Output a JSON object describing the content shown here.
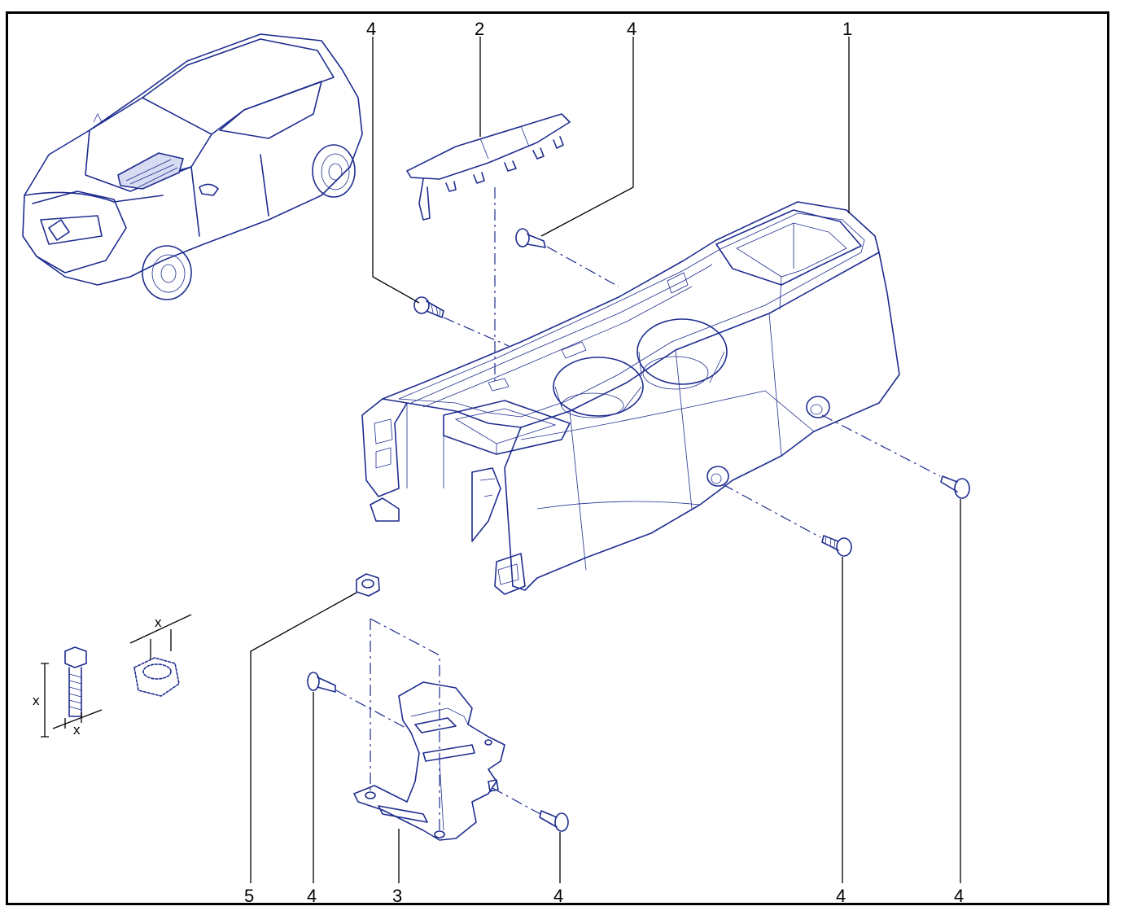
{
  "diagram": {
    "callouts": [
      {
        "id": "cl-4a",
        "text": "4"
      },
      {
        "id": "cl-2",
        "text": "2"
      },
      {
        "id": "cl-4b",
        "text": "4"
      },
      {
        "id": "cl-1",
        "text": "1"
      },
      {
        "id": "cl-5",
        "text": "5"
      },
      {
        "id": "cl-4c",
        "text": "4"
      },
      {
        "id": "cl-3",
        "text": "3"
      },
      {
        "id": "cl-4d",
        "text": "4"
      },
      {
        "id": "cl-4e",
        "text": "4"
      },
      {
        "id": "cl-4f",
        "text": "4"
      }
    ],
    "dimension_labels": [
      "x",
      "x",
      "x"
    ],
    "line_color": "#1e2d8f"
  }
}
